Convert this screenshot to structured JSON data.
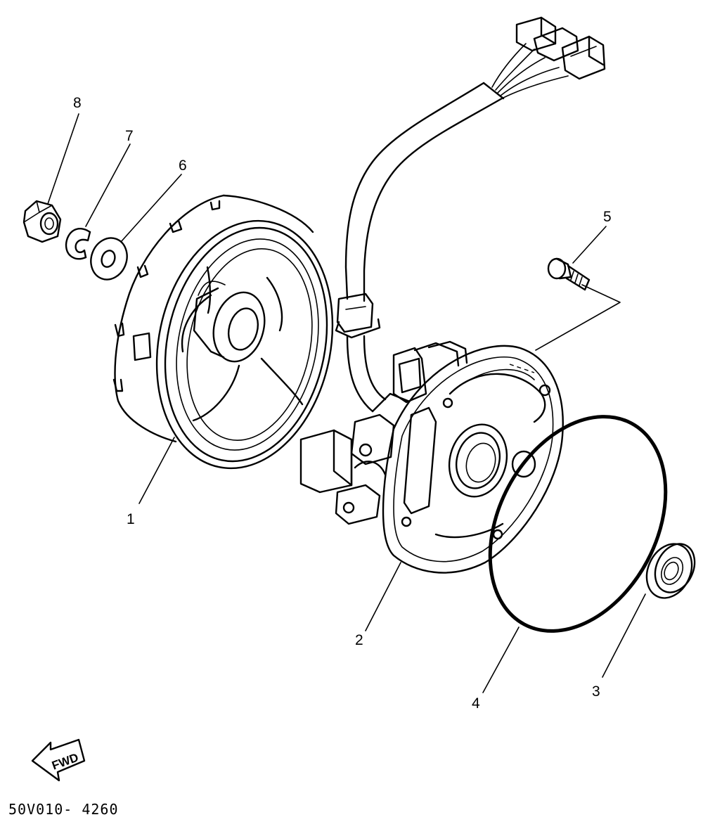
{
  "callouts": {
    "c1": "1",
    "c2": "2",
    "c3": "3",
    "c4": "4",
    "c5": "5",
    "c6": "6",
    "c7": "7",
    "c8": "8"
  },
  "direction_arrow": {
    "label": "FWD"
  },
  "drawing_code": "50V010- 4260"
}
